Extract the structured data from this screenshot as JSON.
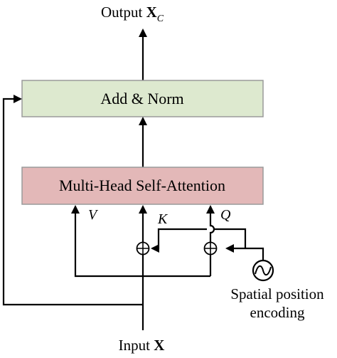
{
  "title": "",
  "colors": {
    "add_norm_fill": "#dde9cf",
    "add_norm_border": "#9a9a9a",
    "attention_fill": "#e3b8b8",
    "attention_border": "#9a9a9a",
    "line": "#000000"
  },
  "output": {
    "prefix": "Output ",
    "symbol": "X",
    "subscript": "C"
  },
  "add_norm": {
    "label": "Add  &  Norm"
  },
  "attention": {
    "label": "Multi-Head Self-Attention"
  },
  "inputs": {
    "v": "V",
    "k": "K",
    "q": "Q"
  },
  "plus_symbol": "⊕",
  "encoding": {
    "line1": "Spatial position",
    "line2": "encoding",
    "icon": "sine-wave-icon"
  },
  "input": {
    "prefix": "Input ",
    "symbol": "X"
  }
}
